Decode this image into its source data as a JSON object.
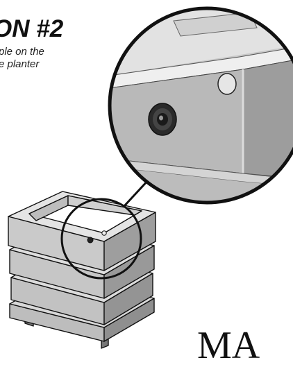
{
  "callout": {
    "heading": "ON #2",
    "caption_lines": [
      "ple on the",
      "e planter"
    ]
  },
  "brand_text": "MA",
  "colors": {
    "outline": "#111111",
    "panel_light": "#d2d2d2",
    "panel_mid": "#b5b5b5",
    "panel_dark": "#8f8f8f",
    "inner_wall": "#c9c9c9"
  }
}
